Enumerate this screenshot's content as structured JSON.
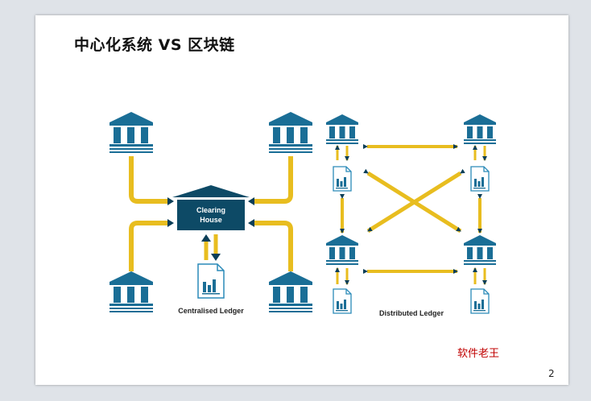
{
  "slide": {
    "title": "中心化系统 VS 区块链",
    "watermark": "软件老王",
    "page_number": "2"
  },
  "diagram": {
    "clearing_house_label_line1": "Clearing",
    "clearing_house_label_line2": "House",
    "centralised_caption": "Centralised Ledger",
    "distributed_caption": "Distributed Ledger",
    "colors": {
      "bank": "#1a6e96",
      "bank_dark": "#0d4a66",
      "arrow": "#e8bd1f",
      "node_arrow": "#0b3e57",
      "ledger_outline": "#2a8ab8"
    }
  }
}
